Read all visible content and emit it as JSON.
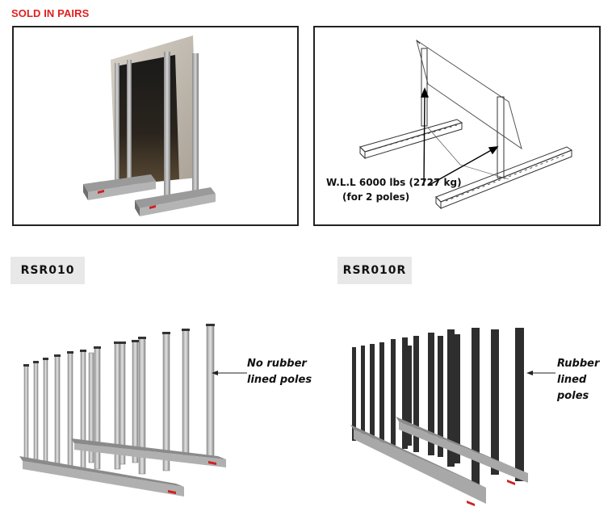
{
  "header": {
    "title": "SOLD IN PAIRS"
  },
  "diagram": {
    "wll_line1": "W.L.L 6000 lbs (2727 kg)",
    "wll_line2": "(for 2 poles)"
  },
  "products": [
    {
      "code": "RSR010",
      "note_lines": [
        "No rubber",
        "lined poles"
      ]
    },
    {
      "code": "RSR010R",
      "note_lines": [
        "Rubber",
        "lined",
        "poles"
      ]
    }
  ],
  "colors": {
    "title_red": "#e02020",
    "tag_bg": "#e8e8e8",
    "frame": "#222222"
  }
}
